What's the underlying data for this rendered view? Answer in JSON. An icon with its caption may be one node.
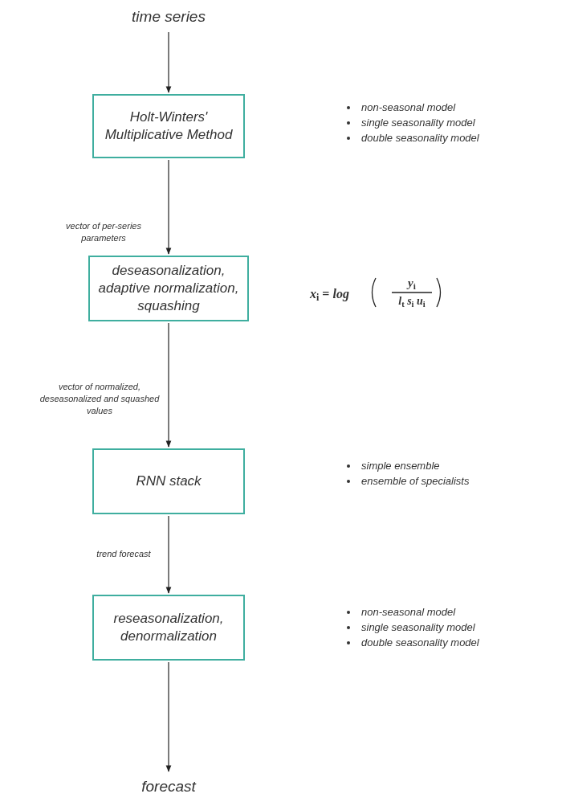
{
  "diagram": {
    "nodes": [
      {
        "text": [
          "time series"
        ]
      },
      {
        "text": [
          "Holt-Winters' Multiplicative Method"
        ],
        "beside": [
          "non-seasonal model",
          "single seasonality model",
          "double seasonality model"
        ]
      },
      {
        "text": [
          "deseasonalization, adaptive normalization, squashing"
        ]
      },
      {
        "text": [
          "RNN stack"
        ],
        "beside": [
          "simple ensemble",
          "ensemble of specialists"
        ]
      },
      {
        "text": [
          "reseasonalization, denormalization"
        ],
        "beside": [
          "non-seasonal model",
          "single seasonality model",
          "double seasonality model"
        ]
      },
      {
        "text": [
          "forecast"
        ]
      }
    ],
    "edges": [
      {
        "from": 0,
        "to": 1,
        "arrow": "to"
      },
      {
        "from": 1,
        "to": 2,
        "arrow": "to",
        "label": "vector of per-series parameters"
      },
      {
        "from": 2,
        "to": 3,
        "arrow": "to",
        "label": "vector of normalized, deseasonalized and squashed values"
      },
      {
        "from": 3,
        "to": 4,
        "arrow": "to",
        "label": "trend forecast"
      },
      {
        "from": 4,
        "to": 5,
        "arrow": "to"
      }
    ],
    "labels": [
      "*x*$_{i}$ = *log*",
      "*y*$_{i}$",
      "*l*$_{t}$ *s*$_{i}$ *u*$_{i}$"
    ]
  }
}
